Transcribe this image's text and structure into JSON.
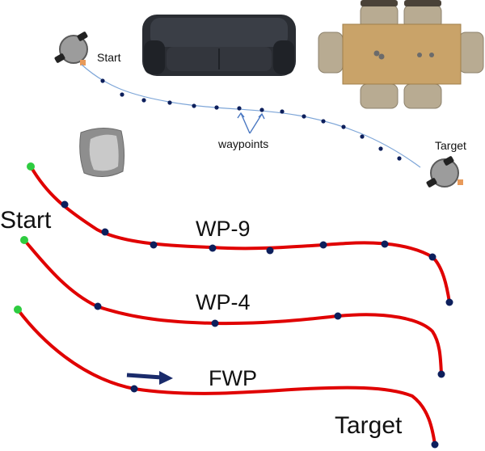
{
  "top_scene": {
    "start_label": "Start",
    "target_label": "Target",
    "waypoints_label": "waypoints",
    "furniture": [
      "sofa-icon",
      "dining-table-icon",
      "armchair-icon"
    ],
    "robot_icons": [
      "robot-icon",
      "robot-icon"
    ]
  },
  "bottom_scene": {
    "start_label": "Start",
    "target_label": "Target",
    "paths": [
      {
        "label": "WP-9"
      },
      {
        "label": "WP-4"
      },
      {
        "label": "FWP"
      }
    ],
    "direction_icon": "arrow-right-icon"
  },
  "colors": {
    "path": "#e00000",
    "waypoint": "#0d1f5c",
    "start_marker": "#2ecc40",
    "dotted_path": "#7ea6d8",
    "arrow": "#1a2b6b",
    "sofa": "#2a2d33",
    "table": "#c9a369",
    "chair": "#b8ab92"
  }
}
